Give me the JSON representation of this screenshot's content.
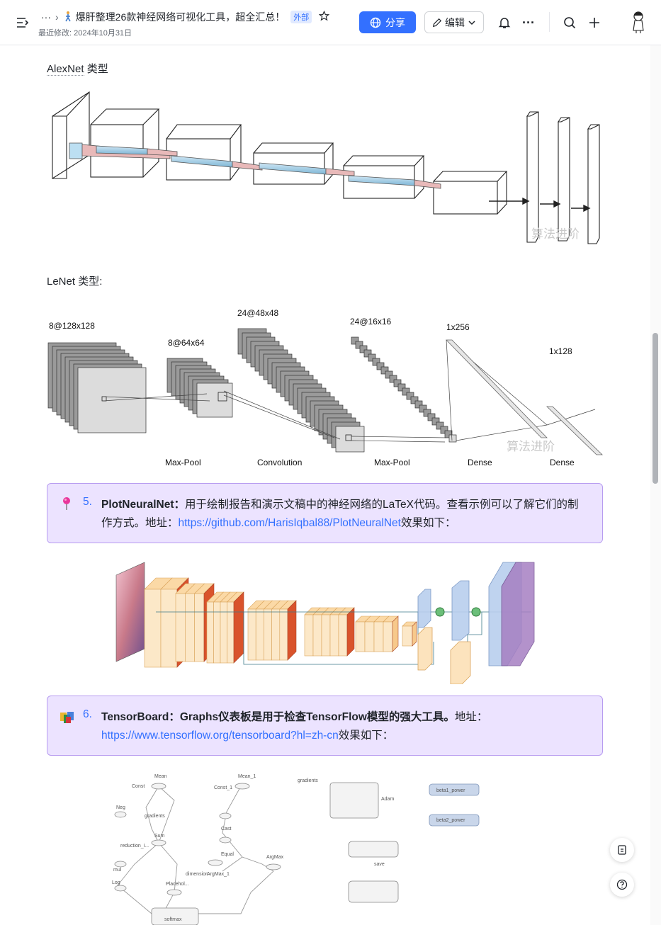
{
  "header": {
    "title": "爆肝整理26款神经网络可视化工具，超全汇总！",
    "ext_badge": "外部",
    "last_modified": "最近修改: 2024年10月31日",
    "more": "···",
    "share_label": "分享",
    "edit_label": "编辑"
  },
  "content": {
    "alexnet_label": "AlexNet",
    "alexnet_suffix": " 类型",
    "lenet_label": "LeNet 类型:",
    "watermark": "算法进阶",
    "lenet_fig": {
      "layers": [
        "8@128x128",
        "8@64x64",
        "24@48x48",
        "24@16x16",
        "1x256",
        "1x128"
      ],
      "ops": [
        "Max-Pool",
        "Convolution",
        "Max-Pool",
        "Dense",
        "Dense"
      ]
    },
    "item5": {
      "num": "5.",
      "name": "PlotNeuralNet",
      "colon": "：",
      "desc": "用于绘制报告和演示文稿中的神经网络的LaTeX代码。查看示例可以了解它们的制作方式。地址：",
      "link": "https://github.com/HarisIqbal88/PlotNeuralNet",
      "after": "效果如下："
    },
    "item6": {
      "num": "6.",
      "name": "TensorBoard",
      "bold_desc": "：Graphs仪表板是用于检查TensorFlow模型的强大工具。",
      "addr": "地址：",
      "link": "https://www.tensorflow.org/tensorboard?hl=zh-cn",
      "after": "效果如下："
    },
    "tb_fig": {
      "nodes": [
        "Mean",
        "Const",
        "Neg",
        "gradients",
        "Sum",
        "reduction_i...",
        "mul",
        "Log",
        "Placehol...",
        "softmax",
        "Mean_1",
        "Const_1",
        "Cast",
        "Equal",
        "ArgMax_1",
        "ArgMax",
        "dimension",
        "gradients",
        "Adam",
        "save",
        "beta1_power",
        "beta2_power"
      ]
    }
  },
  "colors": {
    "accent": "#3370ff",
    "callout_bg": "#ece3ff",
    "callout_border": "#b79cf0"
  }
}
